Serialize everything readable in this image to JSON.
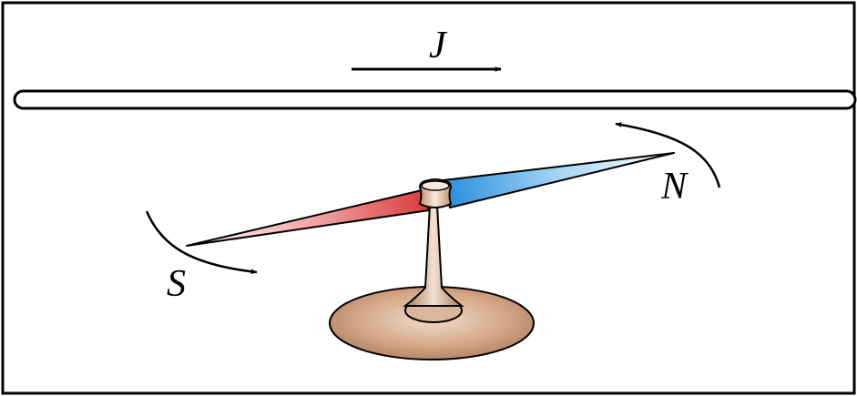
{
  "labels": {
    "current": "J",
    "north": "N",
    "south": "S"
  },
  "colors": {
    "outline": "#000000",
    "wire_fill": "#ffffff",
    "north_pole": "#3aa0e6",
    "south_pole": "#e04a4a",
    "stand": "#c99a78",
    "background": "#ffffff"
  }
}
